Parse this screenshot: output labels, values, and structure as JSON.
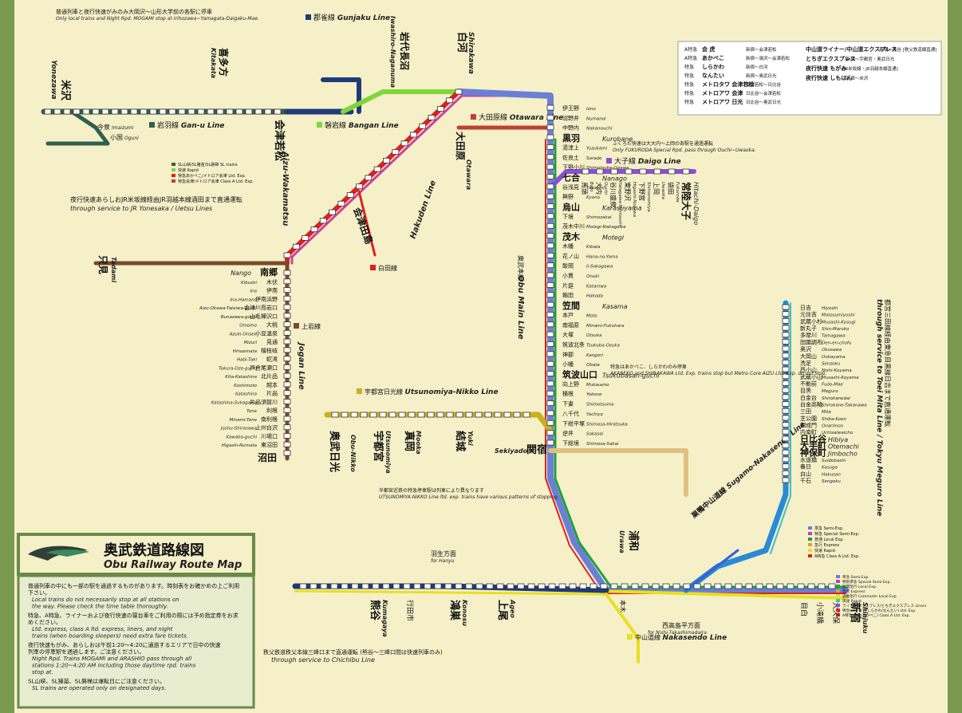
{
  "colors": {
    "frame": "#7a9a4e",
    "paper": "#f5f0c8",
    "main_line": "#6b7fd6",
    "gunjaku": "#1e3a7a",
    "ganu": "#2f5f4f",
    "bangan": "#7fd63a",
    "aizu": "#e02020",
    "hakuden": "#e02020",
    "otawara": "#c04030",
    "daigo": "#8a4fd6",
    "jogan": "#7a4a2a",
    "utsunomiya": "#c8b020",
    "nakasendo": "#e8e020",
    "tokyo_metro": "#2a8ad6",
    "sugamo": "#3a5fd6"
  },
  "top_note": {
    "jp": "普通列車と夜行快速がみのみ大岡沢〜山形大学前の各駅に停車",
    "en": "Only local trains and Night Rpd. MOGAMI stop at Irihozawa~Yamagata-Daigaku-Mae."
  },
  "lines": {
    "gunjaku": {
      "jp": "郡雀線",
      "en": "Gunjaku Line"
    },
    "ganu": {
      "jp": "岩羽線",
      "en": "Gan-u Line"
    },
    "bangan": {
      "jp": "磐岩線",
      "en": "Bangan Line"
    },
    "otawara": {
      "jp": "大田原線",
      "en": "Otawara Line"
    },
    "daigo": {
      "jp": "大子線",
      "en": "Daigo Line"
    },
    "hakuden": {
      "jp": "白田線",
      "en": "Hakuden Line"
    },
    "obu_main": {
      "jp": "奥武本線",
      "en": "Obu Main Line"
    },
    "jogan": {
      "jp": "上岩線",
      "en": "Jogan Line"
    },
    "utsunomiya": {
      "jp": "宇都宮日光線",
      "en": "Utsunomiya-Nikko Line"
    },
    "nakasendo": {
      "jp": "中山道線",
      "en": "Nakasendo Line"
    },
    "sugamo": {
      "jp": "巣鴨中山道線",
      "en": "Sugamo-Nakasendo Line"
    },
    "aizu": {
      "jp": "会津線",
      "en": "Aizu-Wakamatsu"
    },
    "tokyo_meguro": {
      "jp": "都営三田線経由東急目黒線日吉まで直通運転",
      "en": "through service to Toei Mita Line / Tokyu Meguro Line"
    }
  },
  "legend_top": {
    "rows": [
      {
        "type": "A特急",
        "name": "会 虎",
        "route": "新宿〜会津若松"
      },
      {
        "type": "A特急",
        "name": "あかべこ",
        "route": "新宿〜湯沢〜会津若松"
      },
      {
        "type": "特急",
        "name": "しらかわ",
        "route": "新宿〜白河"
      },
      {
        "type": "特急",
        "name": "なんたい",
        "route": "新宿〜奥武日光"
      },
      {
        "type": "特急",
        "name": "メトロタワ 会津若松",
        "route": "会津若松〜日比谷"
      },
      {
        "type": "特急",
        "name": "メトロアワ 会津",
        "route": "日比谷〜会津若松"
      },
      {
        "type": "特急",
        "name": "メトロアワ 日光",
        "route": "日比谷〜奥武日光"
      }
    ],
    "right_rows": [
      {
        "name": "中山道ライナー/中山道エクスプレス",
        "route": "新宿〜熊谷 [秩父鉄道線直通]"
      },
      {
        "name": "とちぎエクスプレス",
        "route": "新宿〜宇都宮・奥武日光"
      },
      {
        "name": "夜行快速 もがみ",
        "route": "[JR米坂線・JR羽越本線直通]"
      },
      {
        "name": "夜行快速 しもはん",
        "route": "新宿〜米沢"
      }
    ]
  },
  "legend_left": [
    {
      "color": "#2f5f4f",
      "text": "SL山峡/SL猪苗/SL磐梯 SL trains"
    },
    {
      "color": "#7fd63a",
      "text": "快速 Rapid"
    },
    {
      "color": "#e02020",
      "text": "特急あかべこ/メトロア会津 Ltd. Exp."
    },
    {
      "color": "#c04030",
      "text": "特急会津/メトロア会津 Class A Ltd. Exp."
    }
  ],
  "legend_right": [
    {
      "color": "#6b7fd6",
      "text": "準急 Semi-Exp."
    },
    {
      "color": "#c040c0",
      "text": "特急 Special Semi-Exp."
    },
    {
      "color": "#20a040",
      "text": "普通 Local Exp."
    },
    {
      "color": "#d6a040",
      "text": "急行 Express"
    },
    {
      "color": "#e8e020",
      "text": "快速 Rapid"
    },
    {
      "color": "#e02020",
      "text": "A特急 Class A Ltd. Exp."
    }
  ],
  "legend_right2": [
    {
      "color": "#6b7fd6",
      "text": "準急 Semi-Exp."
    },
    {
      "color": "#c040c0",
      "text": "特別準急 Special Semi-Exp."
    },
    {
      "color": "#20a040",
      "text": "区間急行 Local Exp."
    },
    {
      "color": "#d6a040",
      "text": "急行 Express"
    },
    {
      "color": "#e8e020",
      "text": "通勤急行 Commuter Local Exp."
    },
    {
      "color": "#40c0c0",
      "text": "快速 Rapid"
    },
    {
      "color": "#8a4fd6",
      "text": "ライナー/エクスプレス/とちぎエクスプレス Liners"
    },
    {
      "color": "#e02020",
      "text": "特急(メトロア/しらかわ/なんたい) Ltd. Exp."
    },
    {
      "color": "#b02020",
      "text": "A特急(会虎/あかべこ) Class A Ltd. Exp."
    }
  ],
  "title_box": {
    "jp": "奥武鉄道路線図",
    "en": "Obu Railway Route Map"
  },
  "notes": [
    {
      "jp": "普通列車の中にも一部の駅を通過するものがあります。時刻表をお確かめの上ご利用下さい。",
      "en": "Local trains do not necessarily stop at all stations on the way. Please check the time table thoroughly."
    },
    {
      "jp": "特急、A特急、ライナーおよび夜行快速の寝台車をご利用の際には予め指定券をお求めください。",
      "en": "Ltd. express, class A ltd. express, liners, and night trains (when boarding sleepers) need extra fare tickets."
    },
    {
      "jp": "夜行快速もがみ、あらしおは午前1:20〜4:20に通過するエリアで日中の快速列車の停車駅を通過します。ご注意ください。",
      "en": "Night Rpd. Trains MOGAMI and ARASHIO pass through all stations 1:20~4:20 AM including those daytime rpd. trains stop at."
    },
    {
      "jp": "SL山峡、SL猪苗、SL磐梯は運転日にご注意ください。",
      "en": "SL trains are operated only on designated days."
    }
  ],
  "bottom_notes": {
    "hanyu": {
      "jp": "羽生方面",
      "en": "for Hanyu"
    },
    "chichibu": {
      "jp": "秩父鉄道秩父本線三峰口まで直通運転 (熊谷〜三峰口間は快速列車のみ)",
      "en": "through service to Chichibu Line"
    },
    "nishi_takashima": {
      "jp": "西高島平方面",
      "en": "for Nishi-Takashimadaira"
    },
    "yonesaka": {
      "jp": "夜行快速あらしおJR米坂線経由JR羽越本線酒田まで直通運転",
      "en": "through service to JR Yonesaka / Uetsu Lines"
    },
    "fukuroda": {
      "jp": "ふくろだ快速は大大内〜上岡の各駅を通過運転",
      "en": "Only FUKURODA Special Rpd. pass through Ouchi~Uwaoka."
    },
    "sekiyado": {
      "jp": "半都宮近鉄の特急停車駅は列車により異なります",
      "en": "UTSUNOMIYA-NIKKO Line ltd. exp. trains have various patterns of stopping."
    },
    "tsukubasan": {
      "jp": "特急はあかべこ、しらかわのみ停車",
      "en": "AKABEKO and SHIRAKAWA Ltd. Exp. trains stop but Metro Core AIZU Ltd. Exp. do not stop."
    }
  },
  "stations_main": [
    {
      "jp": "白河",
      "en": "Shirakawa",
      "big": true
    },
    {
      "jp": "伊王野",
      "en": "Iono"
    },
    {
      "jp": "沼野井",
      "en": "Numanoi"
    },
    {
      "jp": "中野内",
      "en": "Nakanouchi"
    },
    {
      "jp": "黒羽",
      "en": "Kurobane",
      "big": true
    },
    {
      "jp": "湯津上",
      "en": "Yuzukami"
    },
    {
      "jp": "佐良土",
      "en": "Sarado"
    },
    {
      "jp": "下野小川",
      "en": "Shimotsuke-Ogawa"
    },
    {
      "jp": "七合",
      "en": "Nanago",
      "big": true
    },
    {
      "jp": "谷浅見",
      "en": "Yaasami"
    },
    {
      "jp": "興野",
      "en": "Kyono"
    },
    {
      "jp": "烏山",
      "en": "Karasuyama",
      "big": true
    },
    {
      "jp": "下境",
      "en": "Shimozakai"
    },
    {
      "jp": "茂木中川",
      "en": "Motegi-Nakagawa"
    },
    {
      "jp": "茂木",
      "en": "Motegi",
      "big": true
    },
    {
      "jp": "木幡",
      "en": "Kibata"
    },
    {
      "jp": "花ノ山",
      "en": "Hana-no-Yama"
    },
    {
      "jp": "飯岡",
      "en": "Ii-Sakagawa"
    },
    {
      "jp": "小貫",
      "en": "Onuki"
    },
    {
      "jp": "片庭",
      "en": "Kataniwa"
    },
    {
      "jp": "箱田",
      "en": "Hakoda"
    },
    {
      "jp": "笠間",
      "en": "Kasama",
      "big": true
    },
    {
      "jp": "本戸",
      "en": "Moto"
    },
    {
      "jp": "南福原",
      "en": "Minami-Fukuhara"
    },
    {
      "jp": "大塚",
      "en": "Otsuka"
    },
    {
      "jp": "筑波北条",
      "en": "Tsukuba-Ozuka"
    },
    {
      "jp": "神郡",
      "en": "Kangori"
    },
    {
      "jp": "小幡",
      "en": "Obata"
    },
    {
      "jp": "筑波山口",
      "en": "Tsukubasan-guchi",
      "big": true
    },
    {
      "jp": "向上野",
      "en": "Mukaueno"
    },
    {
      "jp": "横根",
      "en": "Yokone"
    },
    {
      "jp": "下妻",
      "en": "Shimotsuma"
    },
    {
      "jp": "八千代",
      "en": "Yachiyo"
    },
    {
      "jp": "下総平塚",
      "en": "Shimosa-Hiratsuka"
    },
    {
      "jp": "逆井",
      "en": "Sakasai"
    },
    {
      "jp": "下総境",
      "en": "Shimosa-Sakai"
    },
    {
      "jp": "関宿",
      "en": "Sekiyado",
      "big": true
    }
  ],
  "stations_daigo": [
    {
      "jp": "常陸大子",
      "en": "Hitachi-Daigo"
    },
    {
      "jp": "袋田",
      "en": "Fukuroda"
    },
    {
      "jp": "上岡",
      "en": "Uwaoka"
    },
    {
      "jp": "下野宮",
      "en": "Shimonomiya"
    },
    {
      "jp": "東野沢",
      "en": "Higashi-Nozawa"
    },
    {
      "jp": "谷川盛泉",
      "en": "Yatagawa-Moriizumi"
    },
    {
      "jp": "大内",
      "en": "Ouchi"
    },
    {
      "jp": "馬頭",
      "en": "Bato"
    }
  ],
  "stations_jogan": [
    {
      "jp": "南郷",
      "en": "Nango",
      "big": true
    },
    {
      "jp": "木伏",
      "en": "Kibushi"
    },
    {
      "jp": "伊南",
      "en": "Ina"
    },
    {
      "jp": "伊南浜野",
      "en": "Ina-Hamano"
    },
    {
      "jp": "会津川島岩口",
      "en": "Aizu-Okawa-Tateiwa-guchi"
    },
    {
      "jp": "山毛欅沢口",
      "en": "Bunazawa-guchi"
    },
    {
      "jp": "大桃",
      "en": "Omomo"
    },
    {
      "jp": "小豆温泉",
      "en": "Azuki-Onsen"
    },
    {
      "jp": "見通",
      "en": "Mizuri"
    },
    {
      "jp": "檜枝岐",
      "en": "Hinoemata"
    },
    {
      "jp": "蛇滝",
      "en": "Habi-Taki"
    },
    {
      "jp": "戸倉尾瀬口",
      "en": "Tokura-Oze-guchi"
    },
    {
      "jp": "北片品",
      "en": "Kita-Katashina"
    },
    {
      "jp": "越本",
      "en": "Koshimoto"
    },
    {
      "jp": "片品",
      "en": "Katashina"
    },
    {
      "jp": "片品須賀川",
      "en": "Katashina-Sukagawa"
    },
    {
      "jp": "利根",
      "en": "Tone"
    },
    {
      "jp": "南利根",
      "en": "Minami-Tone"
    },
    {
      "jp": "上州白沢",
      "en": "Joshu-Shirasawa"
    },
    {
      "jp": "川場口",
      "en": "Kawaba-guchi"
    },
    {
      "jp": "東沼田",
      "en": "Higashi-Numata"
    },
    {
      "jp": "沼田",
      "en": "Numata",
      "big": true
    }
  ],
  "stations_metro": [
    {
      "jp": "日吉",
      "en": "Hiyoshi"
    },
    {
      "jp": "元住吉",
      "en": "Motosumiyoshi"
    },
    {
      "jp": "武蔵小杉",
      "en": "Musashi-Kosugi"
    },
    {
      "jp": "新丸子",
      "en": "Shin-Maruko"
    },
    {
      "jp": "多摩川",
      "en": "Tamagawa"
    },
    {
      "jp": "田園調布",
      "en": "Den-en-chofu"
    },
    {
      "jp": "奥沢",
      "en": "Okusawa"
    },
    {
      "jp": "大岡山",
      "en": "Ookayama"
    },
    {
      "jp": "洗足",
      "en": "Senzoku"
    },
    {
      "jp": "西小山",
      "en": "Nishi-Koyama"
    },
    {
      "jp": "武蔵小山",
      "en": "Musashi-Koyama"
    },
    {
      "jp": "不動前",
      "en": "Fudo-Mae"
    },
    {
      "jp": "目黒",
      "en": "Meguro"
    },
    {
      "jp": "白金台",
      "en": "Shirokanedai"
    },
    {
      "jp": "白金高輪",
      "en": "Shirokane-Takanawa"
    },
    {
      "jp": "三田",
      "en": "Mita"
    },
    {
      "jp": "芝公園",
      "en": "Shiba-Koen"
    },
    {
      "jp": "御成門",
      "en": "Onarimon"
    },
    {
      "jp": "内幸町",
      "en": "Uchisaiwaicho"
    },
    {
      "jp": "日比谷",
      "en": "Hibiya",
      "big": true
    },
    {
      "jp": "大手町",
      "en": "Otemachi",
      "big": true
    },
    {
      "jp": "神保町",
      "en": "Jimbocho",
      "big": true
    },
    {
      "jp": "水道橋",
      "en": "Suidobashi"
    },
    {
      "jp": "春日",
      "en": "Kasuga"
    },
    {
      "jp": "白山",
      "en": "Hakusan"
    },
    {
      "jp": "千石",
      "en": "Sengoku"
    }
  ],
  "stations_utsunomiya": [
    {
      "jp": "奥武日光",
      "en": "Obu-Nikko",
      "big": true
    },
    {
      "jp": "宇都宮",
      "en": "Utsunomiya",
      "big": true
    },
    {
      "jp": "真岡",
      "en": "Mooka",
      "big": true
    },
    {
      "jp": "結城",
      "en": "Yuki",
      "big": true
    },
    {
      "jp": "関宿",
      "en": "Sekiyado",
      "big": true
    }
  ],
  "stations_bottom": [
    {
      "jp": "熊谷",
      "en": "Kumagaya",
      "big": true
    },
    {
      "jp": "行田市",
      "en": "Gyodashi"
    },
    {
      "jp": "鴻巣",
      "en": "Konosu",
      "big": true
    },
    {
      "jp": "上尾",
      "en": "Ageo",
      "big": true
    },
    {
      "jp": "浦和",
      "en": "Urawa",
      "big": true
    },
    {
      "jp": "本木",
      "en": "Motoki"
    },
    {
      "jp": "新宿",
      "en": "Shinjuku",
      "big": true
    },
    {
      "jp": "大久保",
      "en": "Okubo"
    },
    {
      "jp": "小滝橋",
      "en": "Otakibashi"
    },
    {
      "jp": "目白",
      "en": "Mejiro"
    }
  ],
  "stations_nw": [
    {
      "jp": "米沢",
      "en": "Yonezawa",
      "big": true
    },
    {
      "jp": "会津若松",
      "en": "Aizu-Wakamatsu",
      "big": true
    },
    {
      "jp": "喜多方",
      "en": "Kitakata",
      "big": true
    },
    {
      "jp": "只見",
      "en": "Tadami",
      "big": true
    },
    {
      "jp": "岩代長沼",
      "en": "Iwashiro-Naganuma",
      "big": true
    },
    {
      "jp": "会津田島",
      "en": "Aizu-Tajima",
      "big": true
    },
    {
      "jp": "大田原",
      "en": "Otawara",
      "big": true
    },
    {
      "jp": "今泉",
      "en": "Imaizumi"
    },
    {
      "jp": "小国",
      "en": "Oguni"
    }
  ]
}
